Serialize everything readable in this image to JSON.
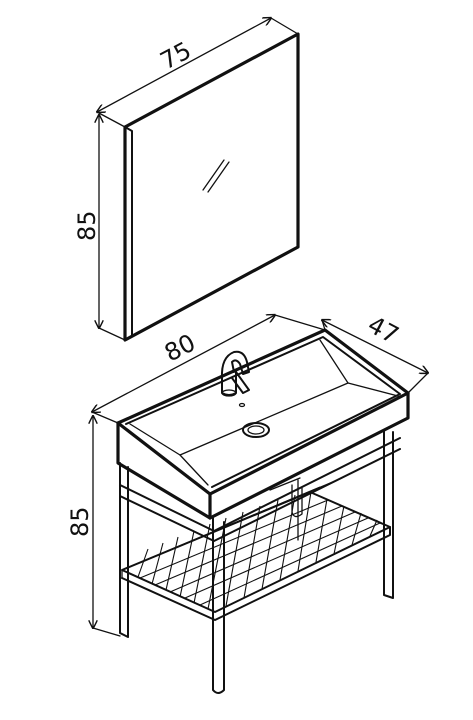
{
  "diagram": {
    "mirror": {
      "width_label": "75",
      "height_label": "85"
    },
    "vanity": {
      "width_label": "80",
      "depth_label": "47",
      "height_label": "85"
    },
    "colors": {
      "line": "#111111",
      "background": "#ffffff"
    }
  }
}
